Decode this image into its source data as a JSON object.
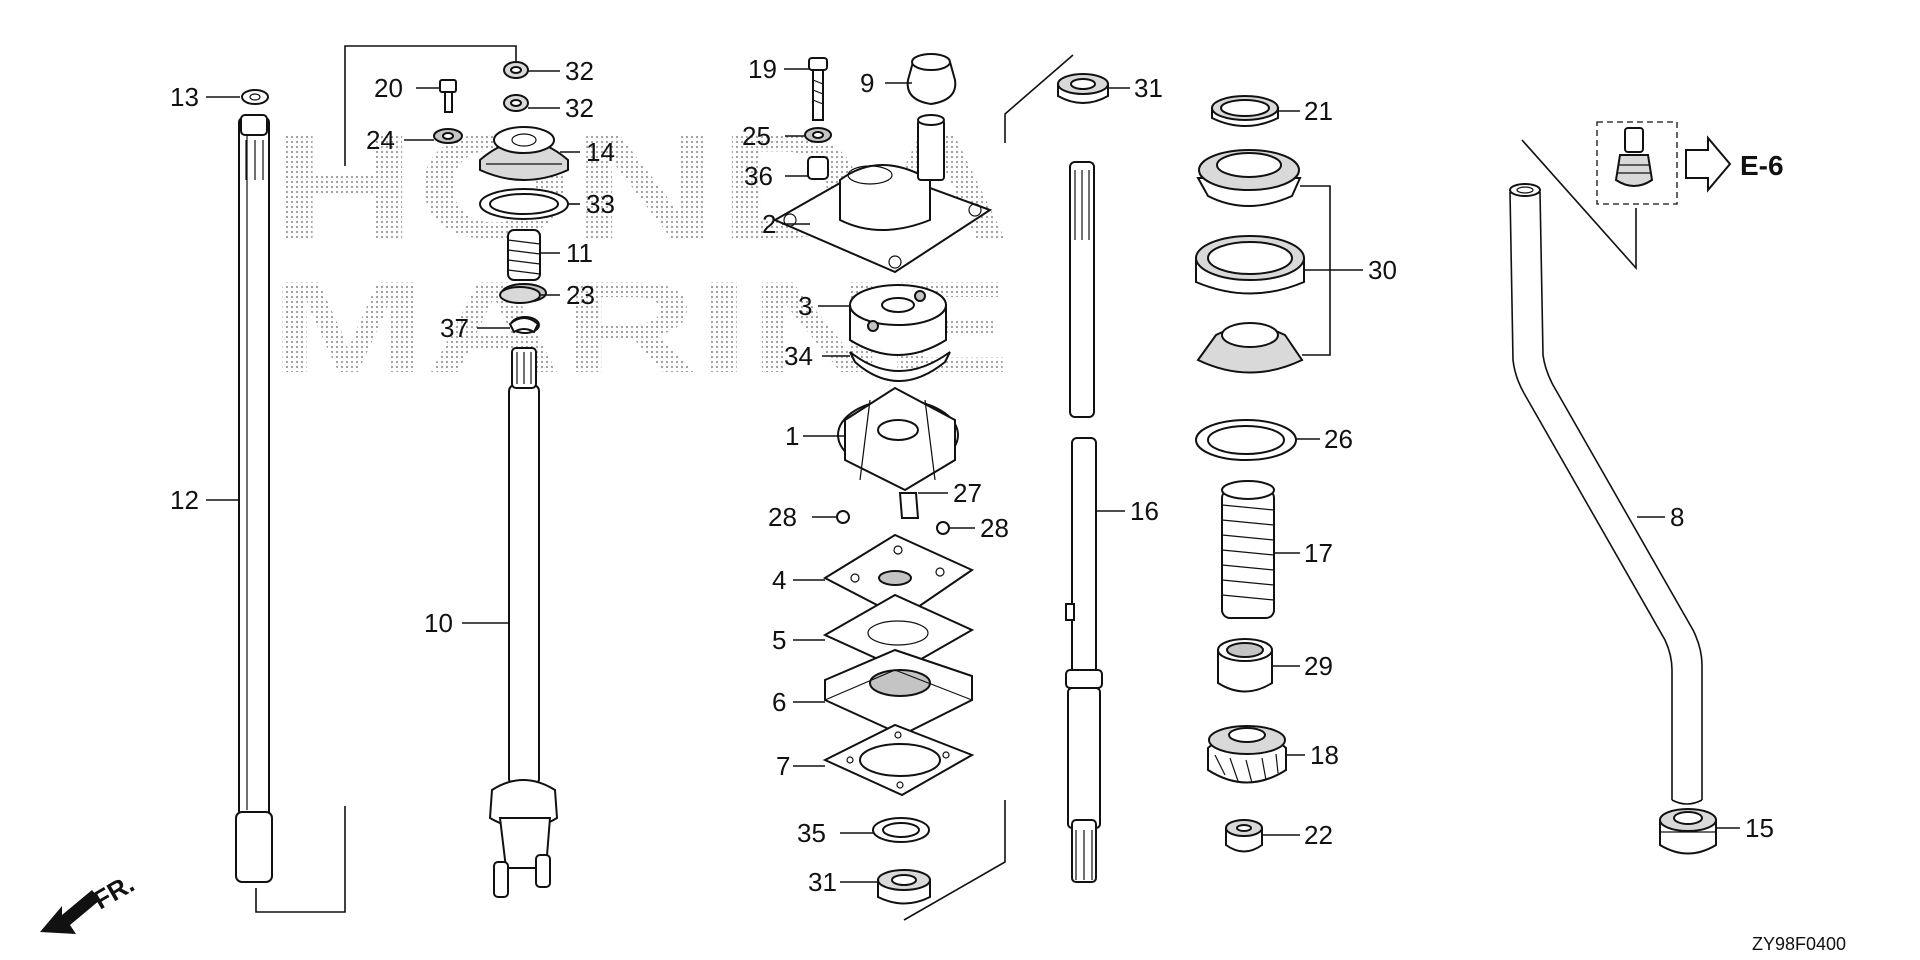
{
  "diagram": {
    "drawing_code": "ZY98F0400",
    "reference": {
      "label": "E-6"
    },
    "direction": {
      "label": "FR."
    },
    "watermark": {
      "line1": "HONDA",
      "line2": "MARINE"
    },
    "callouts": [
      {
        "id": "c13",
        "text": "13"
      },
      {
        "id": "c12",
        "text": "12"
      },
      {
        "id": "c20",
        "text": "20"
      },
      {
        "id": "c24",
        "text": "24"
      },
      {
        "id": "c32a",
        "text": "32"
      },
      {
        "id": "c32b",
        "text": "32"
      },
      {
        "id": "c14",
        "text": "14"
      },
      {
        "id": "c33",
        "text": "33"
      },
      {
        "id": "c11",
        "text": "11"
      },
      {
        "id": "c23",
        "text": "23"
      },
      {
        "id": "c37",
        "text": "37"
      },
      {
        "id": "c10",
        "text": "10"
      },
      {
        "id": "c19",
        "text": "19"
      },
      {
        "id": "c9",
        "text": "9"
      },
      {
        "id": "c25",
        "text": "25"
      },
      {
        "id": "c36",
        "text": "36"
      },
      {
        "id": "c2",
        "text": "2"
      },
      {
        "id": "c3",
        "text": "3"
      },
      {
        "id": "c34",
        "text": "34"
      },
      {
        "id": "c1",
        "text": "1"
      },
      {
        "id": "c27",
        "text": "27"
      },
      {
        "id": "c28a",
        "text": "28"
      },
      {
        "id": "c28b",
        "text": "28"
      },
      {
        "id": "c4",
        "text": "4"
      },
      {
        "id": "c5",
        "text": "5"
      },
      {
        "id": "c6",
        "text": "6"
      },
      {
        "id": "c7",
        "text": "7"
      },
      {
        "id": "c35",
        "text": "35"
      },
      {
        "id": "c31a",
        "text": "31"
      },
      {
        "id": "c31b",
        "text": "31"
      },
      {
        "id": "c16",
        "text": "16"
      },
      {
        "id": "c21",
        "text": "21"
      },
      {
        "id": "c30",
        "text": "30"
      },
      {
        "id": "c26",
        "text": "26"
      },
      {
        "id": "c17",
        "text": "17"
      },
      {
        "id": "c29",
        "text": "29"
      },
      {
        "id": "c18",
        "text": "18"
      },
      {
        "id": "c22",
        "text": "22"
      },
      {
        "id": "c8",
        "text": "8"
      },
      {
        "id": "c15",
        "text": "15"
      }
    ]
  }
}
